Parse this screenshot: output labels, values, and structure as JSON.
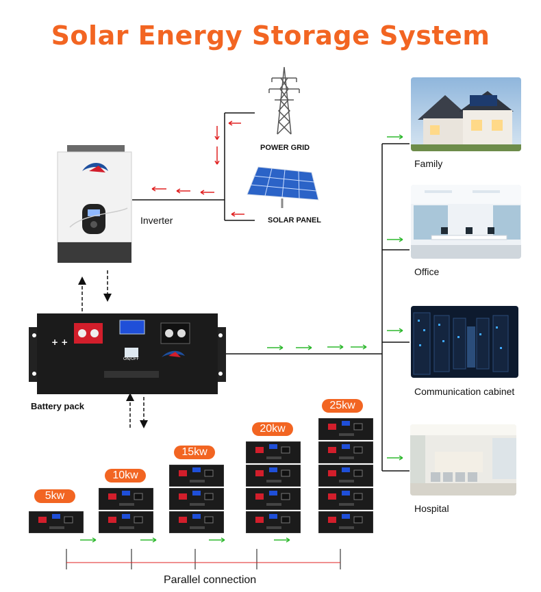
{
  "title": "Solar Energy Storage System",
  "labels": {
    "power_grid": "POWER GRID",
    "solar_panel": "SOLAR PANEL",
    "inverter": "Inverter",
    "battery_pack": "Battery pack",
    "parallel_connection": "Parallel connection",
    "on_off": "ON/OFF"
  },
  "destinations": [
    {
      "label": "Family"
    },
    {
      "label": "Office"
    },
    {
      "label": "Communication cabinet"
    },
    {
      "label": "Hospital"
    }
  ],
  "capacities": [
    {
      "label": "5kw",
      "modules": 1
    },
    {
      "label": "10kw",
      "modules": 2
    },
    {
      "label": "15kw",
      "modules": 3
    },
    {
      "label": "20kw",
      "modules": 4
    },
    {
      "label": "25kw",
      "modules": 5
    }
  ],
  "colors": {
    "accent": "#f26522",
    "arrow_red": "#e02020",
    "arrow_green": "#2db82d",
    "line": "#111111"
  },
  "icons": [
    "power-grid-tower-icon",
    "solar-panel-icon",
    "inverter-icon",
    "battery-pack-icon",
    "battery-module-icon"
  ]
}
